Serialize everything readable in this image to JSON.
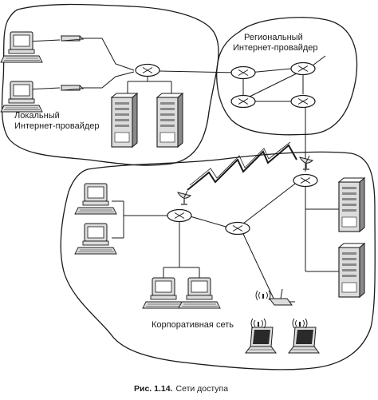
{
  "labels": {
    "local_isp_line1": "Локальный",
    "local_isp_line2": "Интернет-провайдер",
    "regional_isp_line1": "Региональный",
    "regional_isp_line2": "Интернет-провайдер",
    "corporate_net": "Корпоративная сеть"
  },
  "caption": {
    "number": "Рис. 1.14.",
    "text": "Сети доступа"
  },
  "colors": {
    "ink": "#1a1a1a",
    "device_fill": "#dcdcdc",
    "device_dark": "#8a8a8a",
    "background": "#ffffff"
  }
}
